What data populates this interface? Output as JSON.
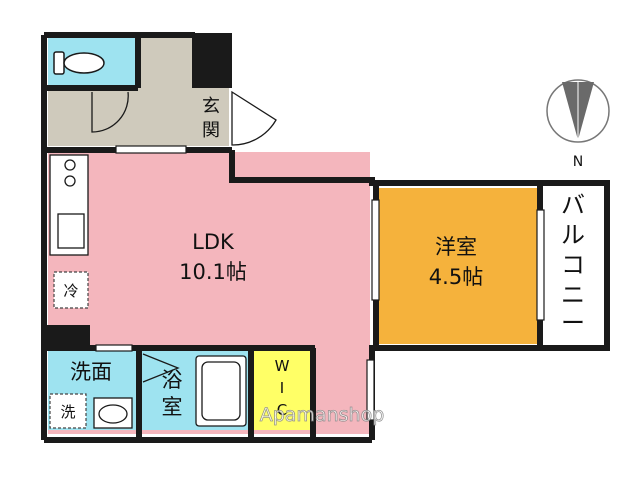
{
  "floorplan": {
    "colors": {
      "ldk": "#f4b6bd",
      "western_room": "#f5b23c",
      "toilet": "#9ee3f0",
      "washroom": "#9ee3f0",
      "bath": "#9ee3f0",
      "walk_in_closet": "#ffff66",
      "entrance": "#cfcabc",
      "hall": "#cfcabc",
      "wall": "#1a1a1a"
    },
    "rooms": {
      "ldk": {
        "name": "LDK",
        "size": "10.1帖"
      },
      "western": {
        "name": "洋室",
        "size": "4.5帖"
      },
      "entrance": {
        "name_line1": "玄",
        "name_line2": "関"
      },
      "balcony": {
        "chars": [
          "バ",
          "ル",
          "コ",
          "ニ",
          "ー"
        ]
      },
      "washroom": {
        "name": "洗面"
      },
      "bath": {
        "name_line1": "浴",
        "name_line2": "室"
      },
      "wic": {
        "chars": [
          "W",
          "I",
          "C"
        ]
      },
      "fridge": {
        "label": "冷"
      },
      "washer": {
        "label": "洗"
      }
    },
    "compass": {
      "label": "N"
    },
    "watermark": "Apamanshop"
  }
}
